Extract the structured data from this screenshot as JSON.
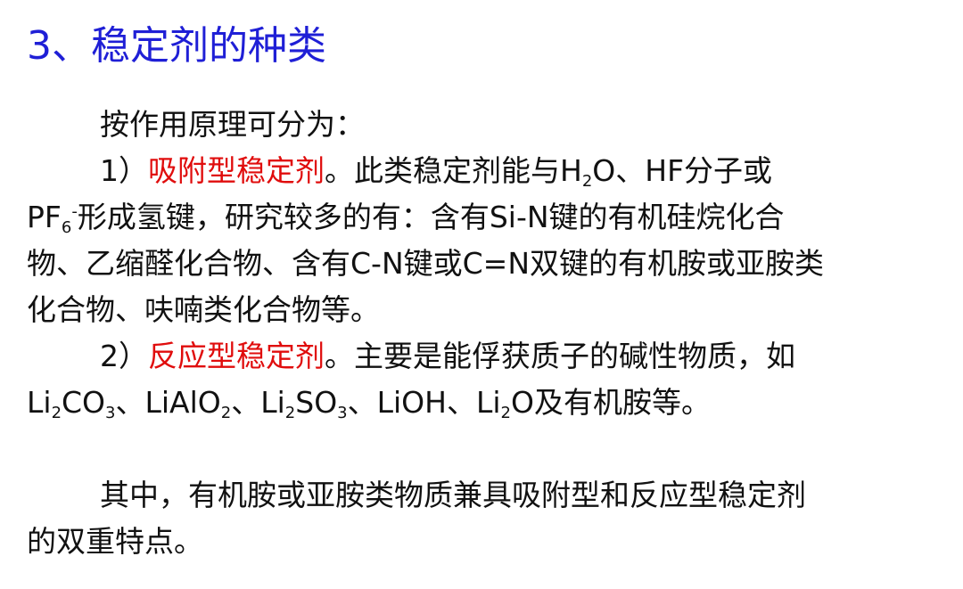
{
  "title": "3、稳定剂的种类",
  "intro": "按作用原理可分为：",
  "item1": {
    "prefix": "1）",
    "term": "吸附型稳定剂",
    "desc_a": "。此类稳定剂能与H",
    "h2o_sub": "2",
    "desc_b": "O、HF分子或",
    "pf": "PF",
    "pf_sub": "6",
    "pf_sup": "-",
    "line2_rest": "形成氢键，研究较多的有：含有Si-N键的有机硅烷化合",
    "line3": "物、乙缩醛化合物、含有C-N键或C=N双键的有机胺或亚胺类",
    "line4": "化合物、呋喃类化合物等。"
  },
  "item2": {
    "prefix": "2）",
    "term": "反应型稳定剂",
    "desc": "。主要是能俘获质子的碱性物质，如",
    "formulas": {
      "li2co3_a": "Li",
      "li2co3_s1": "2",
      "li2co3_b": "CO",
      "li2co3_s2": "3",
      "sep1": "、",
      "lialo2_a": "LiAlO",
      "lialo2_s": "2",
      "sep2": "、",
      "li2so3_a": "Li",
      "li2so3_s1": "2",
      "li2so3_b": "SO",
      "li2so3_s2": "3",
      "sep3": "、LiOH、",
      "li2o_a": "Li",
      "li2o_s": "2",
      "li2o_b": "O及有机胺等。"
    }
  },
  "conclusion": {
    "line1": "其中，有机胺或亚胺类物质兼具吸附型和反应型稳定剂",
    "line2": "的双重特点。"
  },
  "colors": {
    "title": "#1f1fd6",
    "highlight": "#e00d0d",
    "text": "#111111"
  }
}
